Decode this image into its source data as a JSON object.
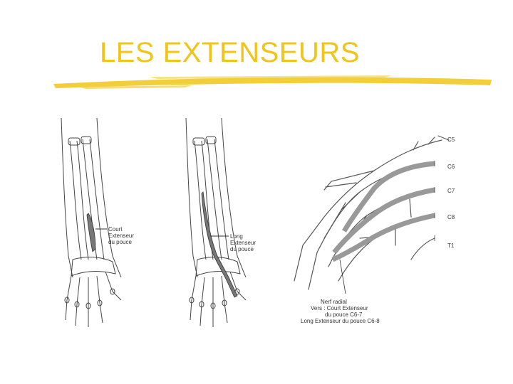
{
  "slide": {
    "title": "LES EXTENSEURS",
    "title_color": "#f0c419",
    "rule_color": "#f2cf3a"
  },
  "figure_short": {
    "label_line1": "Court",
    "label_line2": "Extenseur",
    "label_line3": "du pouce"
  },
  "figure_long": {
    "label_line1": "Long",
    "label_line2": "Extenseur",
    "label_line3": "du pouce"
  },
  "plexus": {
    "roots": [
      "C5",
      "C6",
      "C7",
      "C8",
      "T1"
    ],
    "caption_line1": "Nerf radial",
    "caption_line2": "Vers : Court Extenseur",
    "caption_line3": "du pouce C6-7",
    "caption_line4": "Long Extenseur du pouce C6-8",
    "nerve_color": "#999999"
  }
}
